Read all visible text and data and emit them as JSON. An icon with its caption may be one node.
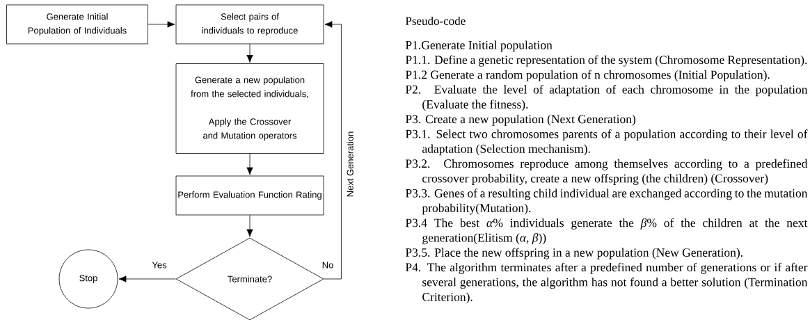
{
  "diagram": {
    "title": "Pseudo-code",
    "nodes": [
      {
        "text": [
          "Generate Initial Population of Individuals"
        ]
      },
      {
        "text": [
          "Select pairs of individuals to reproduce"
        ]
      },
      {
        "text": [
          "Generate a new population from the selected individuals,",
          "Apply the Crossover and Mutation operators"
        ]
      },
      {
        "text": [
          "Perform Evaluation Function Rating"
        ]
      },
      {
        "text": [
          "Terminate?"
        ]
      },
      {
        "text": [
          "Stop"
        ]
      }
    ],
    "edges": [
      {
        "from": 0,
        "to": 1,
        "arrow": "to"
      },
      {
        "from": 1,
        "to": 2,
        "arrow": "to"
      },
      {
        "from": 2,
        "to": 3,
        "arrow": "to"
      },
      {
        "from": 3,
        "to": 4,
        "arrow": "to"
      },
      {
        "from": 4,
        "to": 5,
        "arrow": "to",
        "label": "Yes"
      },
      {
        "from": 4,
        "to": 1,
        "arrow": "to",
        "label": "No"
      }
    ],
    "labels": [
      "Next Generation",
      "P1.Generate Initial population",
      "P1.1. Define a genetic representation of the system (Chromosome Representation).",
      "P1.2 Generate a random population of n chromosomes (Initial Population).",
      "P2. Evaluate the level of adaptation of each chromosome in the population (Evaluate the fitness).",
      "P3. Create a new population (Next Generation)",
      "P3.1. Select two chromosomes parents of a population according to their level of adaptation (Selection mechanism).",
      "P3.2. Chromosomes reproduce among themselves according to a predefined crossover probability, create a new offspring (the children) (Crossover)",
      "P3.3. Genes of a resulting child individual are exchanged according to the mutation probability(Mutation).",
      "P3.4 The best *α*% individuals generate the *β*% of the children at the next generation(Elitism (*α*, *β*))",
      "P3.5. Place the new offspring in a new population (New Generation).",
      "P4. The algorithm terminates after a predefined number of generations or if after several generations, the algorithm has not found a better solution (Termination Criterion)."
    ]
  }
}
